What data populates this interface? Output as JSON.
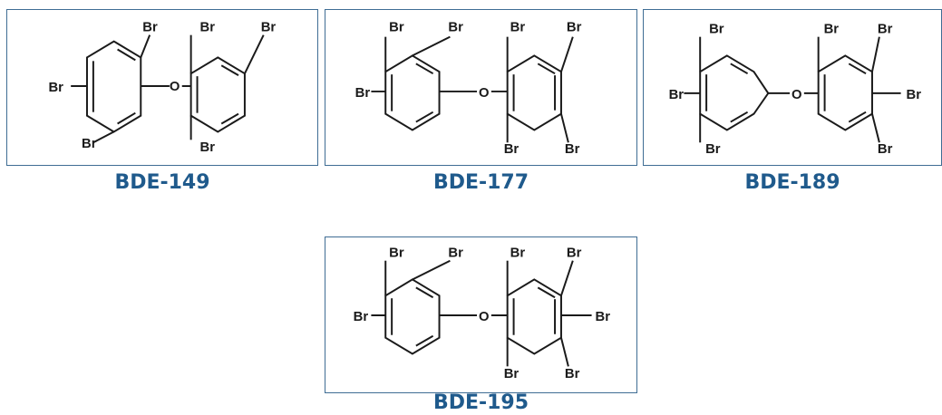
{
  "molecules": [
    {
      "label": "BDE-149",
      "bridge": "O",
      "left": {
        "a1": "Br",
        "a2": "",
        "a3": "",
        "a4": "Br",
        "a5": "Br",
        "a6": ""
      },
      "right": {
        "b1": "Br",
        "b2": "Br",
        "b3": "",
        "b4": "",
        "b5": "Br",
        "b6": ""
      }
    },
    {
      "label": "BDE-177",
      "bridge": "O",
      "left": {
        "a1": "Br",
        "a2": "Br",
        "a3": "Br",
        "a4": "",
        "a5": "",
        "a6": ""
      },
      "right": {
        "b1": "Br",
        "b2": "Br",
        "b3": "",
        "b4": "Br",
        "b5": "Br",
        "b6": ""
      }
    },
    {
      "label": "BDE-189",
      "bridge": "O",
      "left": {
        "a1": "",
        "a2": "Br",
        "a3": "Br",
        "a4": "Br",
        "a5": "",
        "a6": ""
      },
      "right": {
        "b1": "Br",
        "b2": "Br",
        "b3": "Br",
        "b4": "Br",
        "b5": "",
        "b6": ""
      }
    },
    {
      "label": "BDE-195",
      "bridge": "O",
      "left": {
        "a1": "Br",
        "a2": "Br",
        "a3": "Br",
        "a4": "",
        "a5": "",
        "a6": ""
      },
      "right": {
        "b1": "Br",
        "b2": "Br",
        "b3": "Br",
        "b4": "Br",
        "b5": "Br",
        "b6": ""
      }
    }
  ]
}
